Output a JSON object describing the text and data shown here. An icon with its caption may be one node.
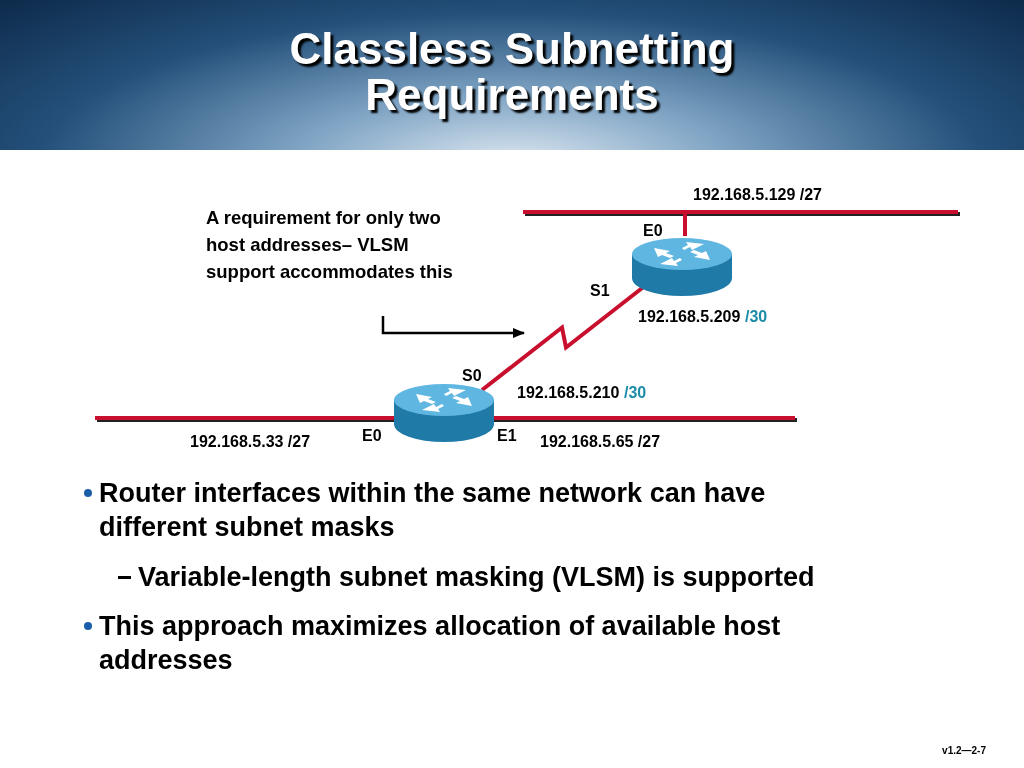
{
  "diagram": {
    "title": "Classless Subnetting Requirements",
    "nodes": [
      {
        "text": [
          "A requirement for only two host addresses– VLSM support accommodates this"
        ]
      },
      {
        "text": [],
        "shape": "bar"
      },
      {
        "text": [],
        "shape": "cylinder"
      },
      {
        "text": [],
        "shape": "bar"
      },
      {
        "text": [],
        "shape": "cylinder"
      }
    ],
    "edges": [
      {
        "from": 2,
        "to": 1,
        "arrow": "none"
      },
      {
        "from": 4,
        "to": 2,
        "arrow": "none"
      },
      {
        "from": 0,
        "to": null,
        "arrow": "to",
        "color": "#000000"
      }
    ],
    "labels": [
      "192.168.5.129 /27",
      "E0",
      "S1",
      "192.168.5.209",
      "/30",
      "S0",
      "192.168.5.210",
      "/30",
      "E0",
      "E1",
      "192.168.5.33 /27",
      "192.168.5.65 /27",
      "Router interfaces within the same network can have different subnet masks",
      "Variable-length subnet masking (VLSM) is supported",
      "This approach maximizes allocation of available host addresses",
      "v1.2—2-7"
    ]
  }
}
